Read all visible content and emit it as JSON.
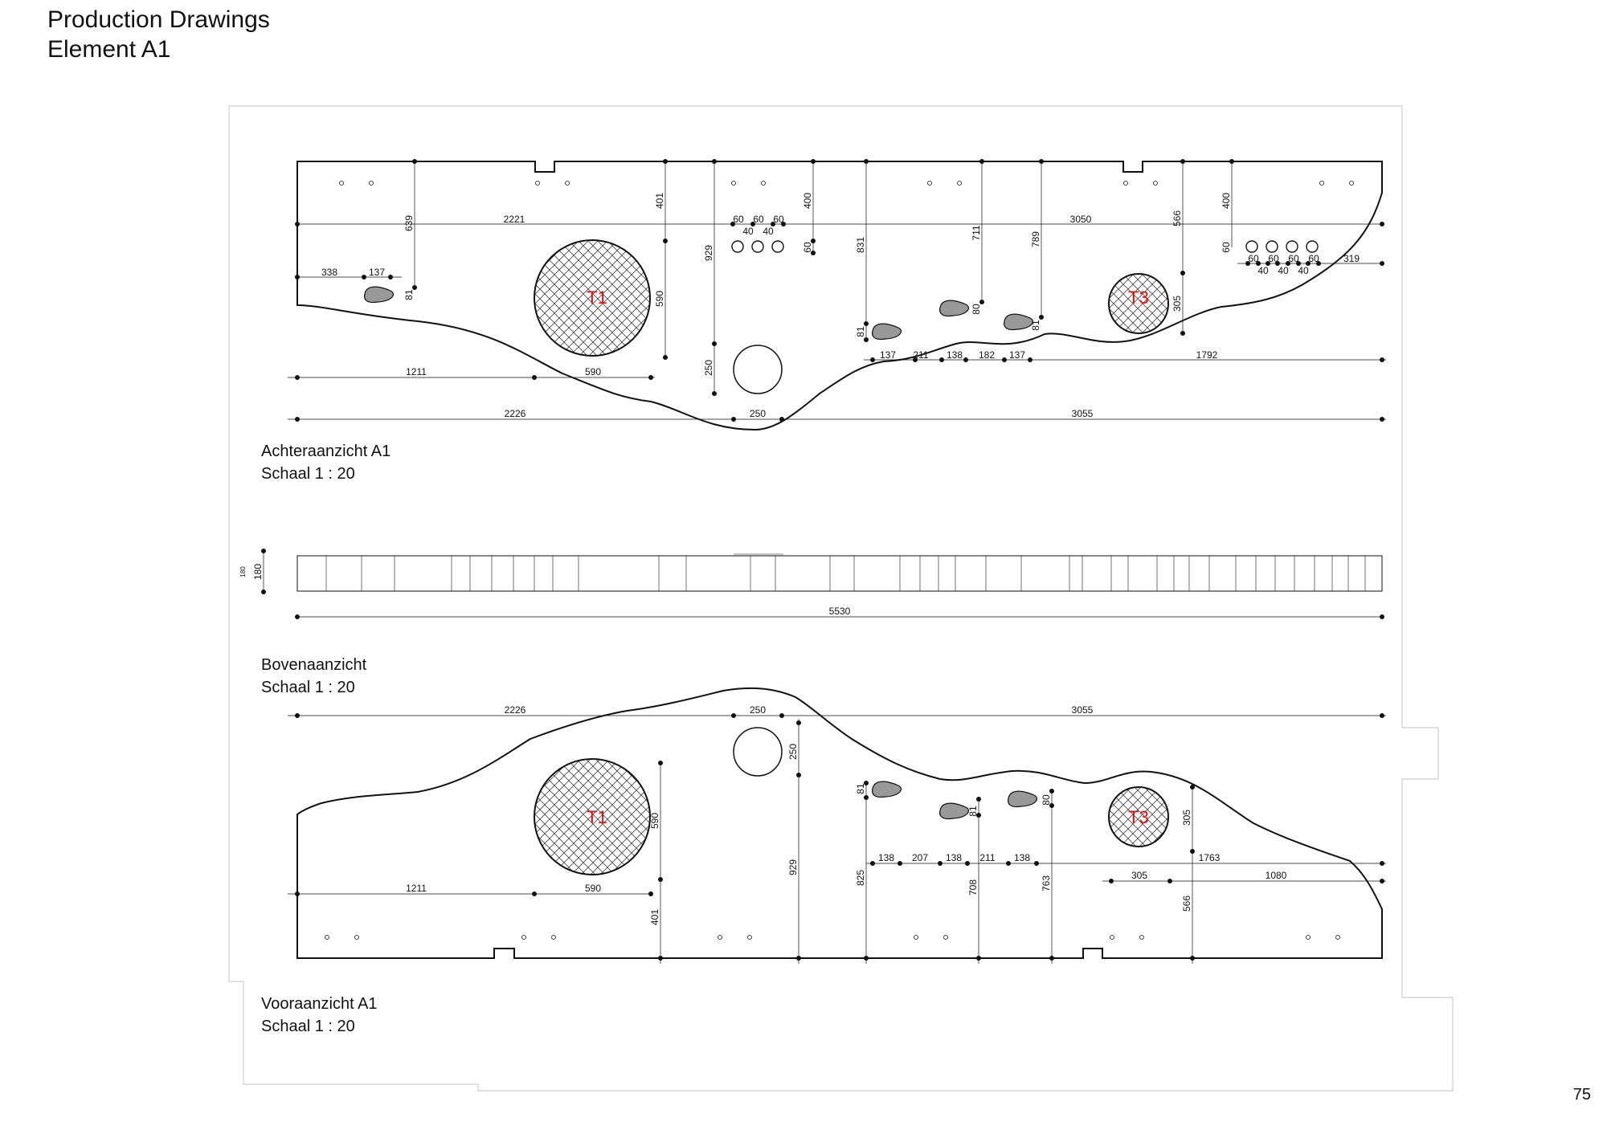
{
  "header": {
    "title_line1": "Production Drawings",
    "title_line2": "Element A1"
  },
  "page_number": "75",
  "views": {
    "back": {
      "name": "Achteraanzicht A1",
      "scale": "Schaal 1 : 20"
    },
    "top": {
      "name": "Bovenaanzicht",
      "scale": "Schaal 1 : 20"
    },
    "front": {
      "name": "Vooraanzicht A1",
      "scale": "Schaal 1 : 20"
    }
  },
  "labels": {
    "t1": "T1",
    "t3": "T3"
  },
  "colors": {
    "tank_label": "#dd1111",
    "line": "#111111",
    "blob_fill": "#999999"
  },
  "back_dims": {
    "d2221": "2221",
    "d3050": "3050",
    "d338": "338",
    "d137a": "137",
    "d639": "639",
    "d81a": "81",
    "d401": "401",
    "d590v": "590",
    "d929": "929",
    "d250v": "250",
    "d400a": "400",
    "d60v": "60",
    "d831": "831",
    "d81b": "81",
    "d711": "711",
    "d80": "80",
    "d789": "789",
    "d81c": "81",
    "d566": "566",
    "d305": "305",
    "d400b": "400",
    "d60r": "60",
    "d319": "319",
    "h60a": "60",
    "h60b": "60",
    "h60c": "60",
    "h40a": "40",
    "h40b": "40",
    "r60a": "60",
    "r60b": "60",
    "r60c": "60",
    "r60d": "60",
    "r40a": "40",
    "r40b": "40",
    "r40c": "40",
    "c137": "137",
    "c211": "211",
    "c138": "138",
    "c182": "182",
    "c137b": "137",
    "c1792": "1792",
    "d1211": "1211",
    "d590": "590",
    "d2226": "2226",
    "d250": "250",
    "d3055": "3055"
  },
  "top_dims": {
    "d180": "180",
    "d180b": "180",
    "d5530": "5530"
  },
  "front_dims": {
    "d2226": "2226",
    "d250": "250",
    "d3055": "3055",
    "d250v": "250",
    "d590v": "590",
    "d401": "401",
    "d929": "929",
    "d81a": "81",
    "d825": "825",
    "c138a": "138",
    "c207": "207",
    "c138b": "138",
    "c211": "211",
    "c138c": "138",
    "d81b": "81",
    "d708": "708",
    "d80": "80",
    "d763": "763",
    "d305v": "305",
    "d1763": "1763",
    "d305h": "305",
    "d1080": "1080",
    "d566": "566",
    "d1211": "1211",
    "d590": "590"
  }
}
